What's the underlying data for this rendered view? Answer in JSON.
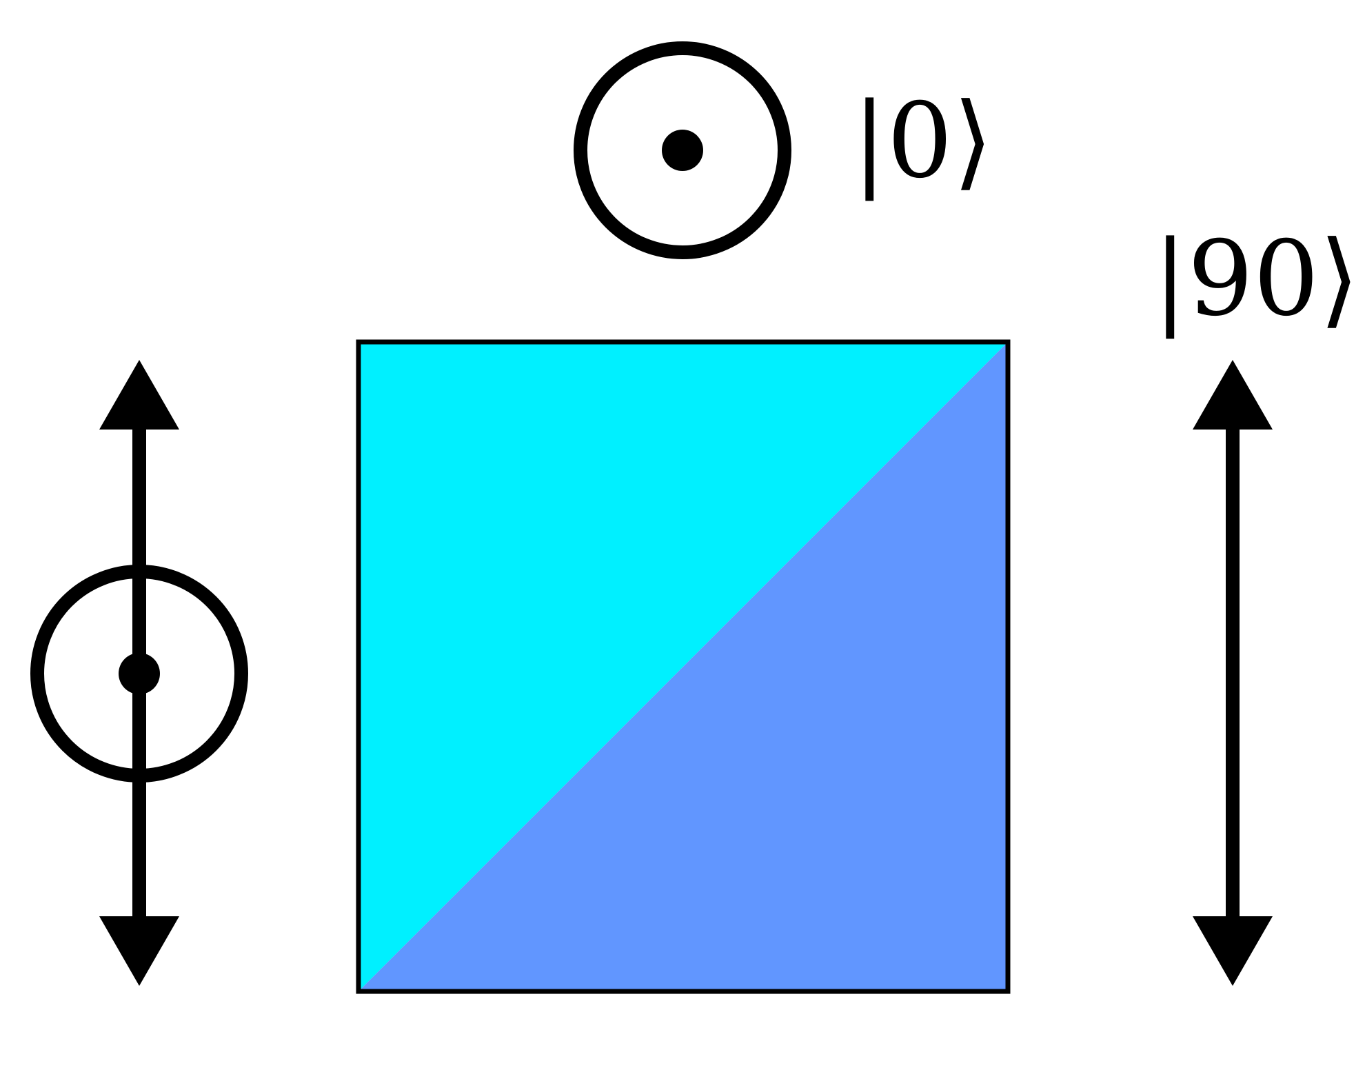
{
  "diagram": {
    "labels": {
      "ket_top": "|0⟩",
      "ket_right": "|90⟩"
    },
    "colors": {
      "prism_upper": "#00F0FF",
      "prism_lower": "#6196FF",
      "stroke": "#000000",
      "background": "#FFFFFF"
    },
    "icons": {
      "top_polarization": "out-of-page-dot-circle-icon",
      "left_polarization": "out-of-page-dot-circle-with-double-arrow-icon",
      "right_polarization": "vertical-double-arrow-icon",
      "beam_splitter": "polarizing-beam-splitter-cube"
    }
  }
}
